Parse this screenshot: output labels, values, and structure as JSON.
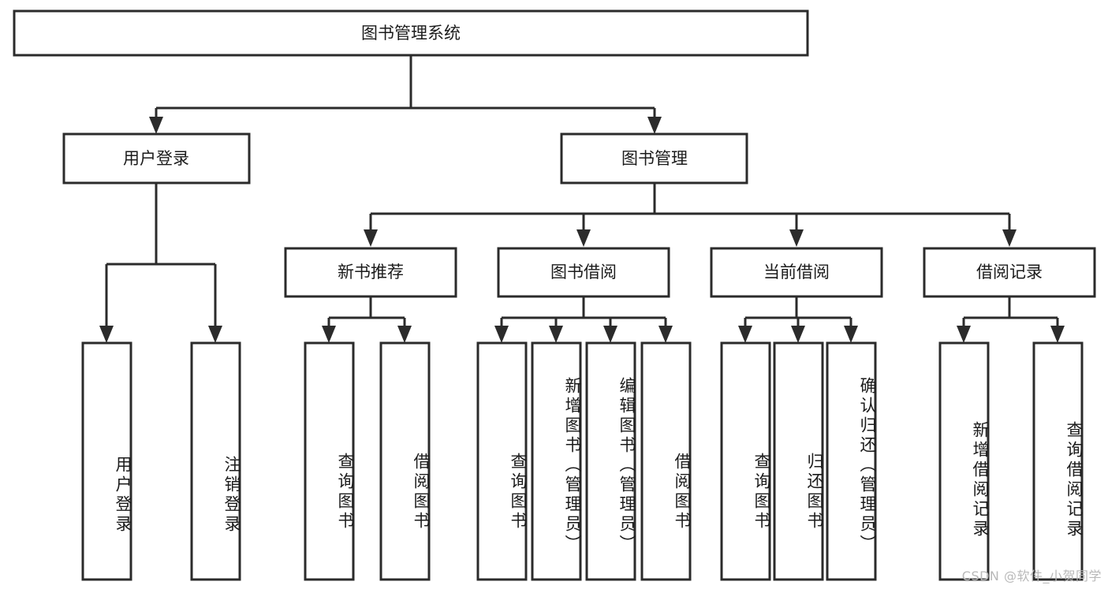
{
  "diagram": {
    "title": "图书管理系统",
    "type": "hierarchy-tree",
    "orientation": "top-down",
    "colors": {
      "box_fill": "#ffffff",
      "box_stroke": "#2b2b2b",
      "text": "#1b1b1b",
      "background": "#ffffff",
      "watermark": "#b9b9b9"
    },
    "root": {
      "label": "图书管理系统"
    },
    "level2": [
      {
        "label": "用户登录"
      },
      {
        "label": "图书管理"
      }
    ],
    "level3": [
      {
        "label": "新书推荐"
      },
      {
        "label": "图书借阅"
      },
      {
        "label": "当前借阅"
      },
      {
        "label": "借阅记录"
      }
    ],
    "leaves": {
      "user_login": [
        {
          "label": "用户登录"
        },
        {
          "label": "注销登录"
        }
      ],
      "new_book_recommend": [
        {
          "label": "查询图书"
        },
        {
          "label": "借阅图书"
        }
      ],
      "book_borrow": [
        {
          "label": "查询图书"
        },
        {
          "label": "新增图书（管理员）"
        },
        {
          "label": "编辑图书（管理员）"
        },
        {
          "label": "借阅图书"
        }
      ],
      "current_borrow": [
        {
          "label": "查询图书"
        },
        {
          "label": "归还图书"
        },
        {
          "label": "确认归还（管理员）"
        }
      ],
      "borrow_record": [
        {
          "label": "新增借阅记录"
        },
        {
          "label": "查询借阅记录"
        }
      ]
    }
  },
  "watermark": {
    "text": "CSDN @软件_小贺同学"
  }
}
